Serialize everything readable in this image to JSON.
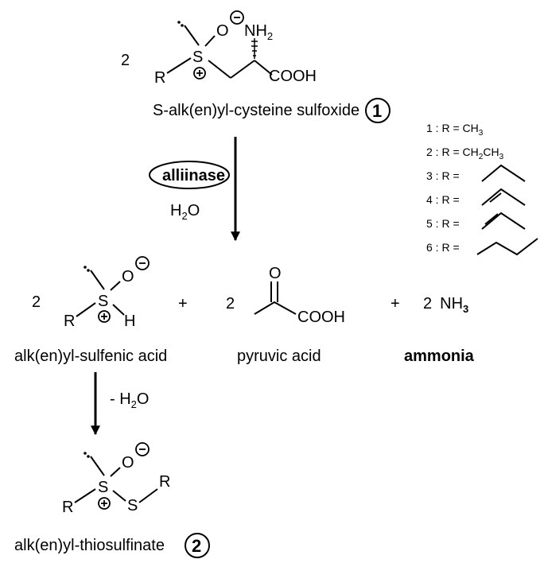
{
  "step1": {
    "coefficient": "2",
    "R": "R",
    "S": "S",
    "O": "O",
    "NH": "NH",
    "NH_sub": "2",
    "COOH": "COOH",
    "name": "S-alk(en)yl-cysteine sulfoxide",
    "number": "1"
  },
  "enzyme": {
    "name": "alliinase",
    "water_H": "H",
    "water_sub": "2",
    "water_O": "O"
  },
  "r_groups": [
    {
      "label": "1 : R = ",
      "formula": "CH",
      "sub": "3"
    },
    {
      "label": "2 : R = ",
      "formula": "CH",
      "sub": "2",
      "formula2": "CH",
      "sub2": "3"
    },
    {
      "label": "3 : R = "
    },
    {
      "label": "4 : R = "
    },
    {
      "label": "5 : R = "
    },
    {
      "label": "6 : R = "
    }
  ],
  "products": {
    "sulfenic": {
      "coefficient": "2",
      "R": "R",
      "S": "S",
      "O": "O",
      "H": "H",
      "name": "alk(en)yl-sulfenic acid"
    },
    "plus": "+",
    "pyruvic": {
      "coefficient": "2",
      "O": "O",
      "COOH": "COOH",
      "name": "pyruvic acid"
    },
    "ammonia": {
      "coefficient": "2",
      "NH": "NH",
      "sub": "3",
      "name": "ammonia"
    }
  },
  "step2": {
    "condition": "- H",
    "condition_sub": "2",
    "condition_O": "O"
  },
  "thiosulfinate": {
    "R_left": "R",
    "S1": "S",
    "S2": "S",
    "O": "O",
    "R_right": "R",
    "name": "alk(en)yl-thiosulfinate",
    "number": "2"
  }
}
